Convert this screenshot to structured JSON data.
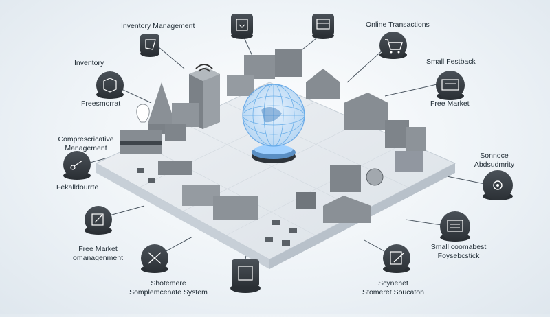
{
  "labels": {
    "top_center": "Inventory Management",
    "top_right": "Online Transactions",
    "left_1a": "Inventory",
    "left_1b": "Freesmorrat",
    "right_1": "Small Festback",
    "right_2": "Free Market",
    "left_2a": "Comprescricative",
    "left_2b": "Management",
    "left_2c": "Fekalldourrte",
    "right_3a": "Sonnoce",
    "right_3b": "Abdsudmrity",
    "left_3a": "Free Market",
    "left_3b": "omanagenment",
    "right_4a": "Small coomabest",
    "right_4b": "Foysebcstick",
    "bottom_1a": "Shotemere",
    "bottom_1b": "Somplemcenate System",
    "bottom_2a": "Scynehet",
    "bottom_2b": "Stomeret Soucaton"
  },
  "icons": [
    "tag-heart-icon",
    "storefront-gift-icon",
    "shopping-cart-icon",
    "cash-register-icon",
    "gear-settings-icon",
    "clipboard-checklist-icon",
    "receipt-icon",
    "scissors-icon",
    "tools-icon",
    "form-pen-icon",
    "document-pen-icon",
    "box-package-icon"
  ],
  "colors": {
    "platform": "#e4e9ee",
    "building": "#8a9096",
    "icon_pedestal": "#3a4046",
    "globe": "#7ab8ee",
    "connector": "#4a5560"
  }
}
